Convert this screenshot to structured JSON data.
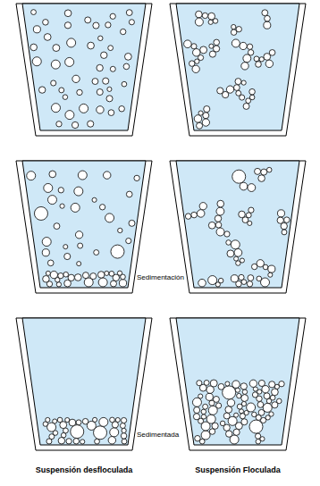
{
  "diagram": {
    "labels": [
      "Sedimentación",
      "Sedimentada",
      "Suspensión desfloculada",
      "Suspensión Floculada"
    ]
  }
}
